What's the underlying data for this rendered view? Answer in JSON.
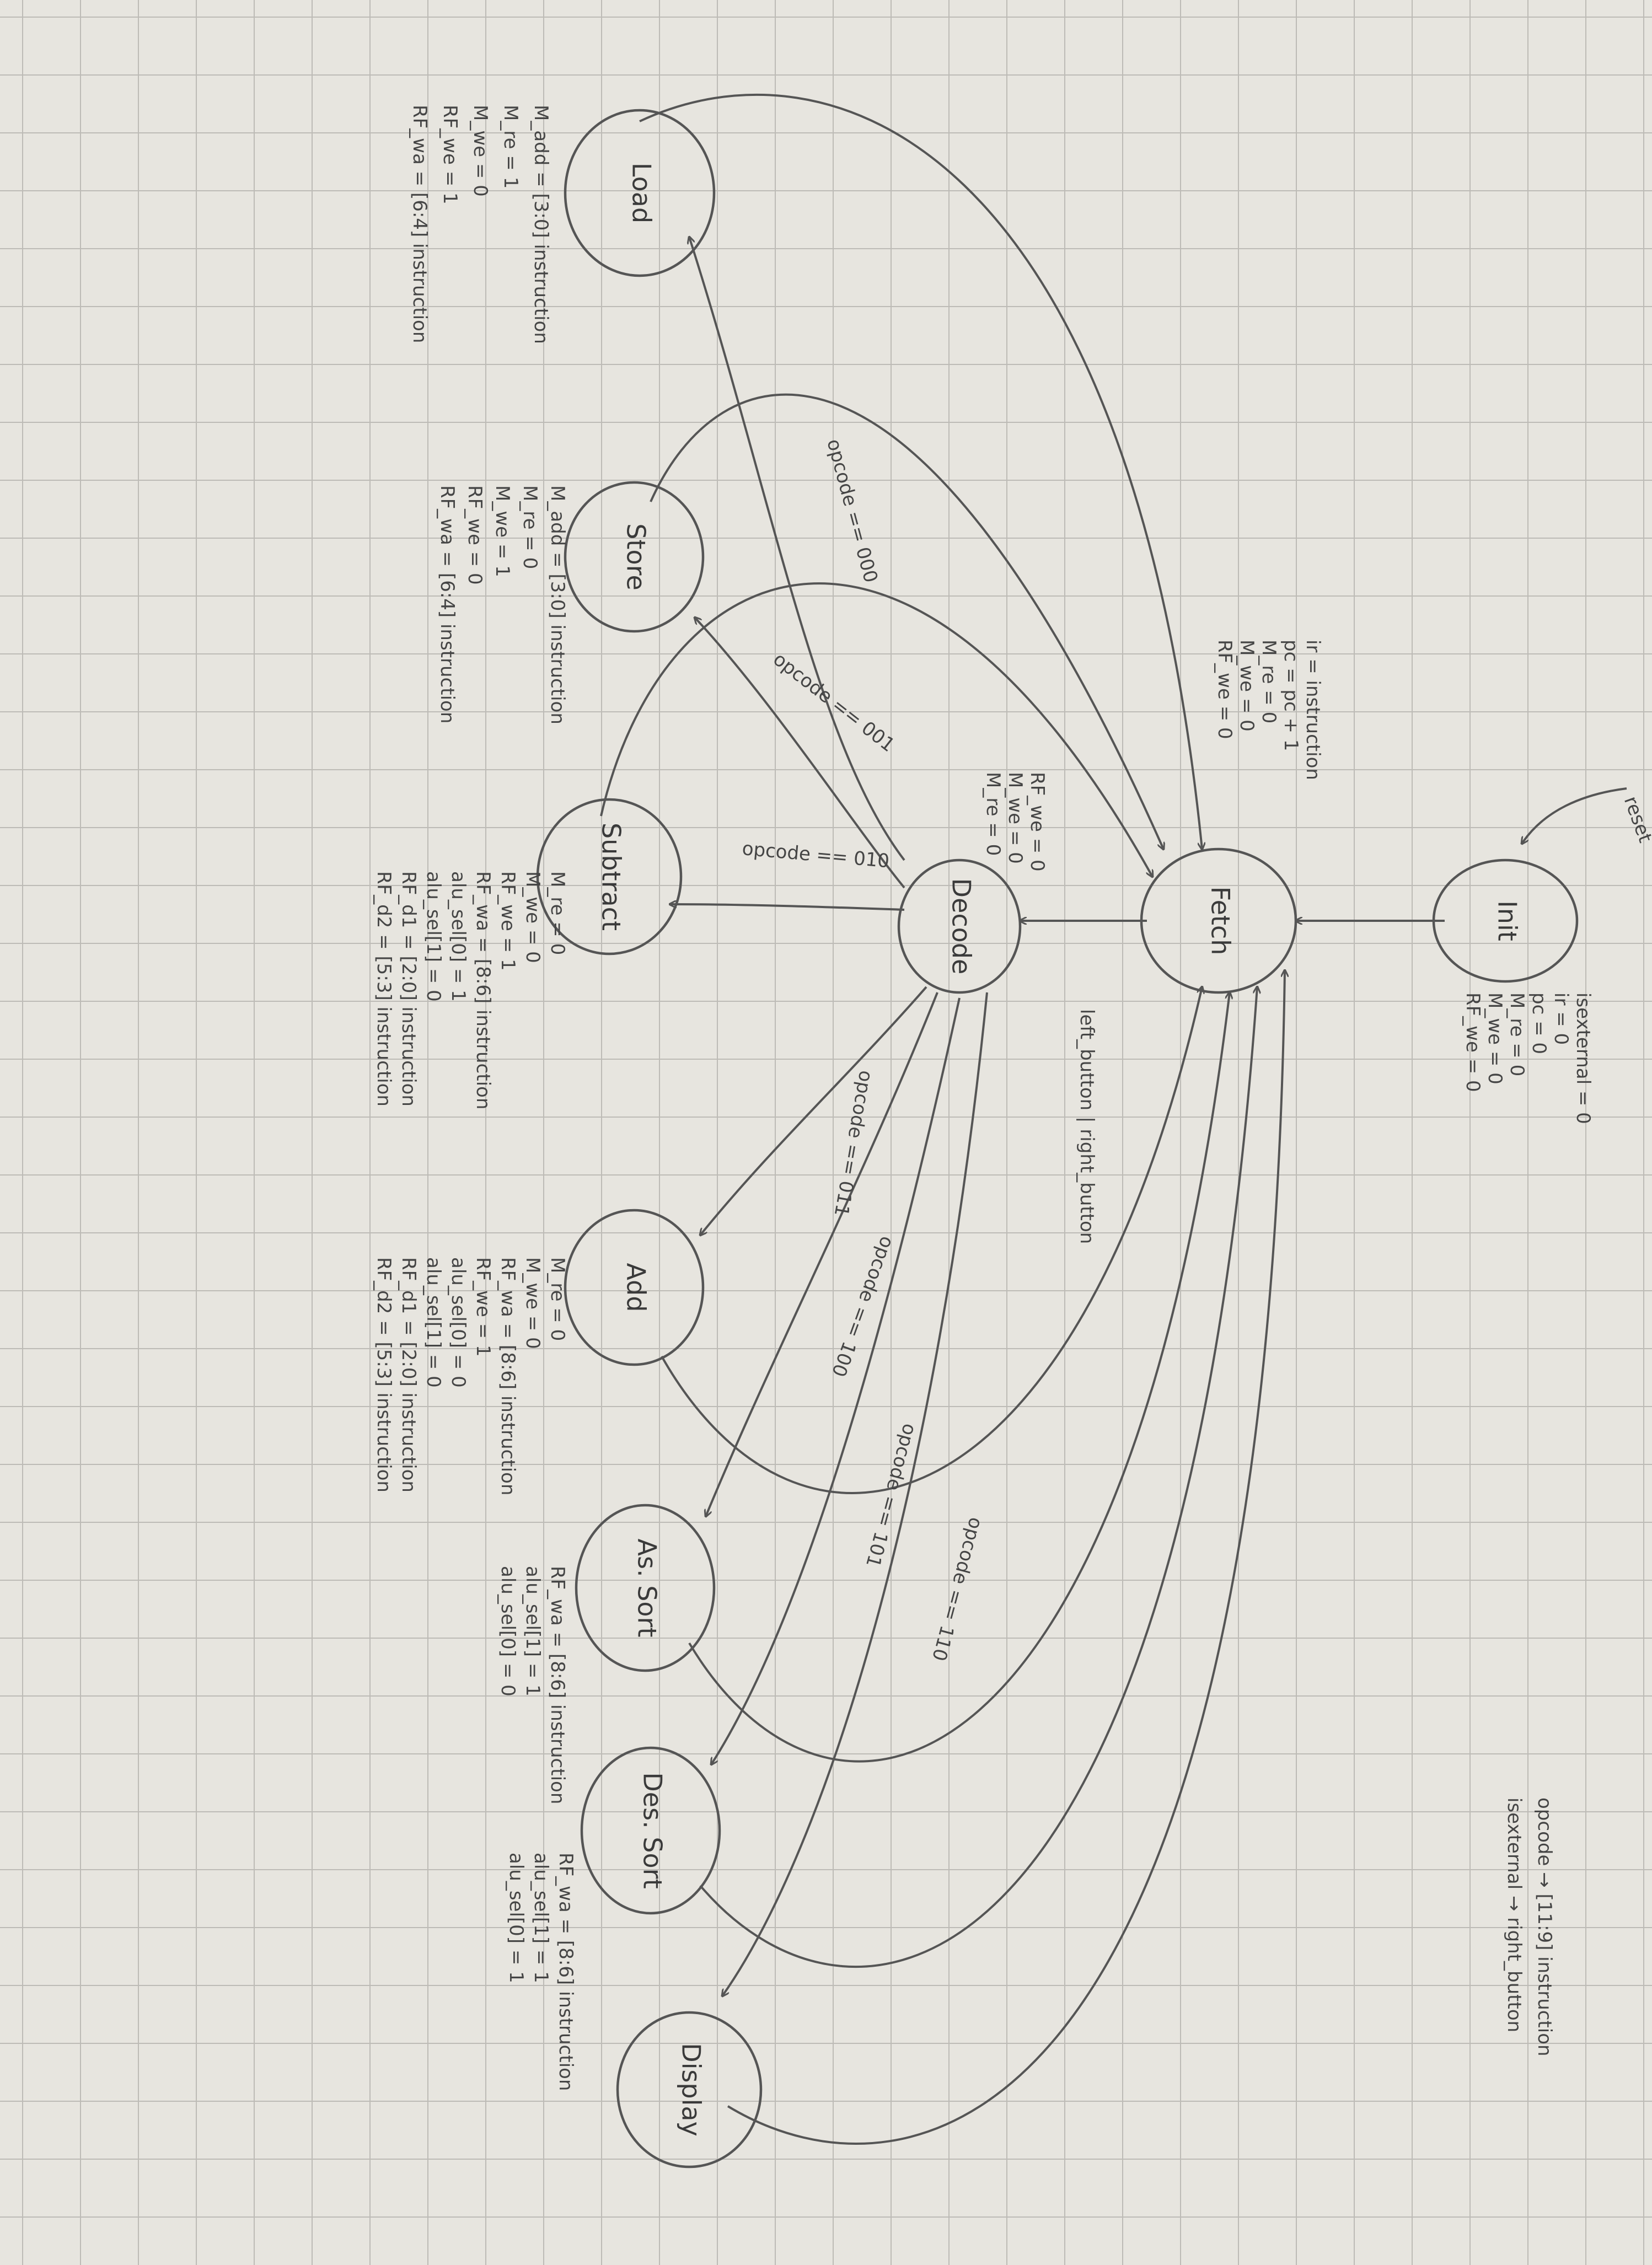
{
  "reset_label": "reset",
  "states": [
    {
      "id": "init",
      "label": "Init"
    },
    {
      "id": "fetch",
      "label": "Fetch"
    },
    {
      "id": "decode",
      "label": "Decode"
    },
    {
      "id": "load",
      "label": "Load"
    },
    {
      "id": "store",
      "label": "Store"
    },
    {
      "id": "subtract",
      "label": "Subtract"
    },
    {
      "id": "add",
      "label": "Add"
    },
    {
      "id": "as_sort",
      "label": "As. Sort"
    },
    {
      "id": "des_sort",
      "label": "Des. Sort"
    },
    {
      "id": "display",
      "label": "Display"
    }
  ],
  "notes": {
    "init": [
      "isexternal = 0",
      "ir = 0",
      "pc = 0",
      "M_re = 0",
      "M_we = 0",
      "RF_we = 0"
    ],
    "fetch": [
      "ir = instruction",
      "pc = pc + 1",
      "M_re = 0",
      "M_we = 0",
      "RF_we = 0"
    ],
    "decode": [
      "RF_we = 0",
      "M_we = 0",
      "M_re = 0"
    ],
    "load": [
      "M_add = [3:0] instruction",
      "M_re = 1",
      "M_we = 0",
      "RF_we = 1",
      "RF_wa = [6:4] instruction"
    ],
    "store": [
      "M_add = [3:0] instruction",
      "M_re = 0",
      "M_we = 1",
      "RF_we = 0",
      "RF_wa = [6:4] instruction"
    ],
    "subtract": [
      "M_re = 0",
      "M_we = 0",
      "RF_we = 1",
      "RF_wa = [8:6] instruction",
      "alu_sel[0] = 1",
      "alu_sel[1] = 0",
      "RF_d1 = [2:0] instruction",
      "RF_d2 = [5:3] instruction"
    ],
    "add": [
      "M_re = 0",
      "M_we = 0",
      "RF_wa = [8:6] instruction",
      "RF_we = 1",
      "alu_sel[0] = 0",
      "alu_sel[1] = 0",
      "RF_d1 = [2:0] instruction",
      "RF_d2 = [5:3] instruction"
    ],
    "as_sort": [
      "RF_wa = [8:6] instruction",
      "alu_sel[1] = 1",
      "alu_sel[0] = 0"
    ],
    "des_sort": [
      "RF_wa = [8:6] instruction",
      "alu_sel[1] = 1",
      "alu_sel[0] = 1"
    ]
  },
  "transitions": {
    "fetch_decode": "left_button | right_button",
    "op_000": "opcode == 000",
    "op_001": "opcode == 001",
    "op_010": "opcode == 010",
    "op_011": "opcode == 011",
    "op_100": "opcode == 100",
    "op_101": "opcode == 101",
    "op_110": "opcode == 110"
  },
  "legend": [
    "opcode → [11:9] instruction",
    "isexternal → right_button"
  ]
}
